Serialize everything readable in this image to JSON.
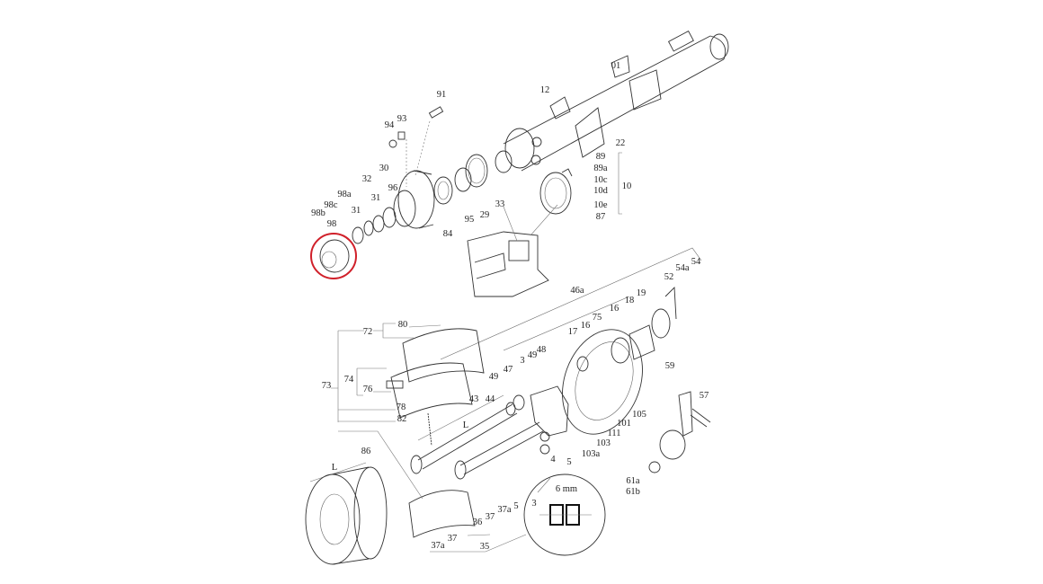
{
  "diagram": {
    "title": "Axle and brake exploded parts diagram",
    "highlight_color": "#d0202a",
    "highlighted_part": "98",
    "labels": [
      "01",
      "12",
      "22",
      "91",
      "94",
      "93",
      "89",
      "89a",
      "10c",
      "10d",
      "10",
      "10e",
      "87",
      "30",
      "32",
      "31",
      "96",
      "98a",
      "98c",
      "31",
      "98b",
      "98",
      "95",
      "29",
      "33",
      "84",
      "54a",
      "54",
      "52",
      "46a",
      "19",
      "18",
      "16",
      "75",
      "16",
      "17",
      "48",
      "49",
      "3",
      "47",
      "49",
      "80",
      "72",
      "74",
      "76",
      "73",
      "78",
      "82",
      "43",
      "44",
      "105",
      "101",
      "111",
      "103",
      "103a",
      "59",
      "57",
      "4",
      "5",
      "61a",
      "61b",
      "86",
      "L",
      "L",
      "6 mm",
      "3",
      "5",
      "37a",
      "37",
      "36",
      "37",
      "37a",
      "35"
    ]
  }
}
